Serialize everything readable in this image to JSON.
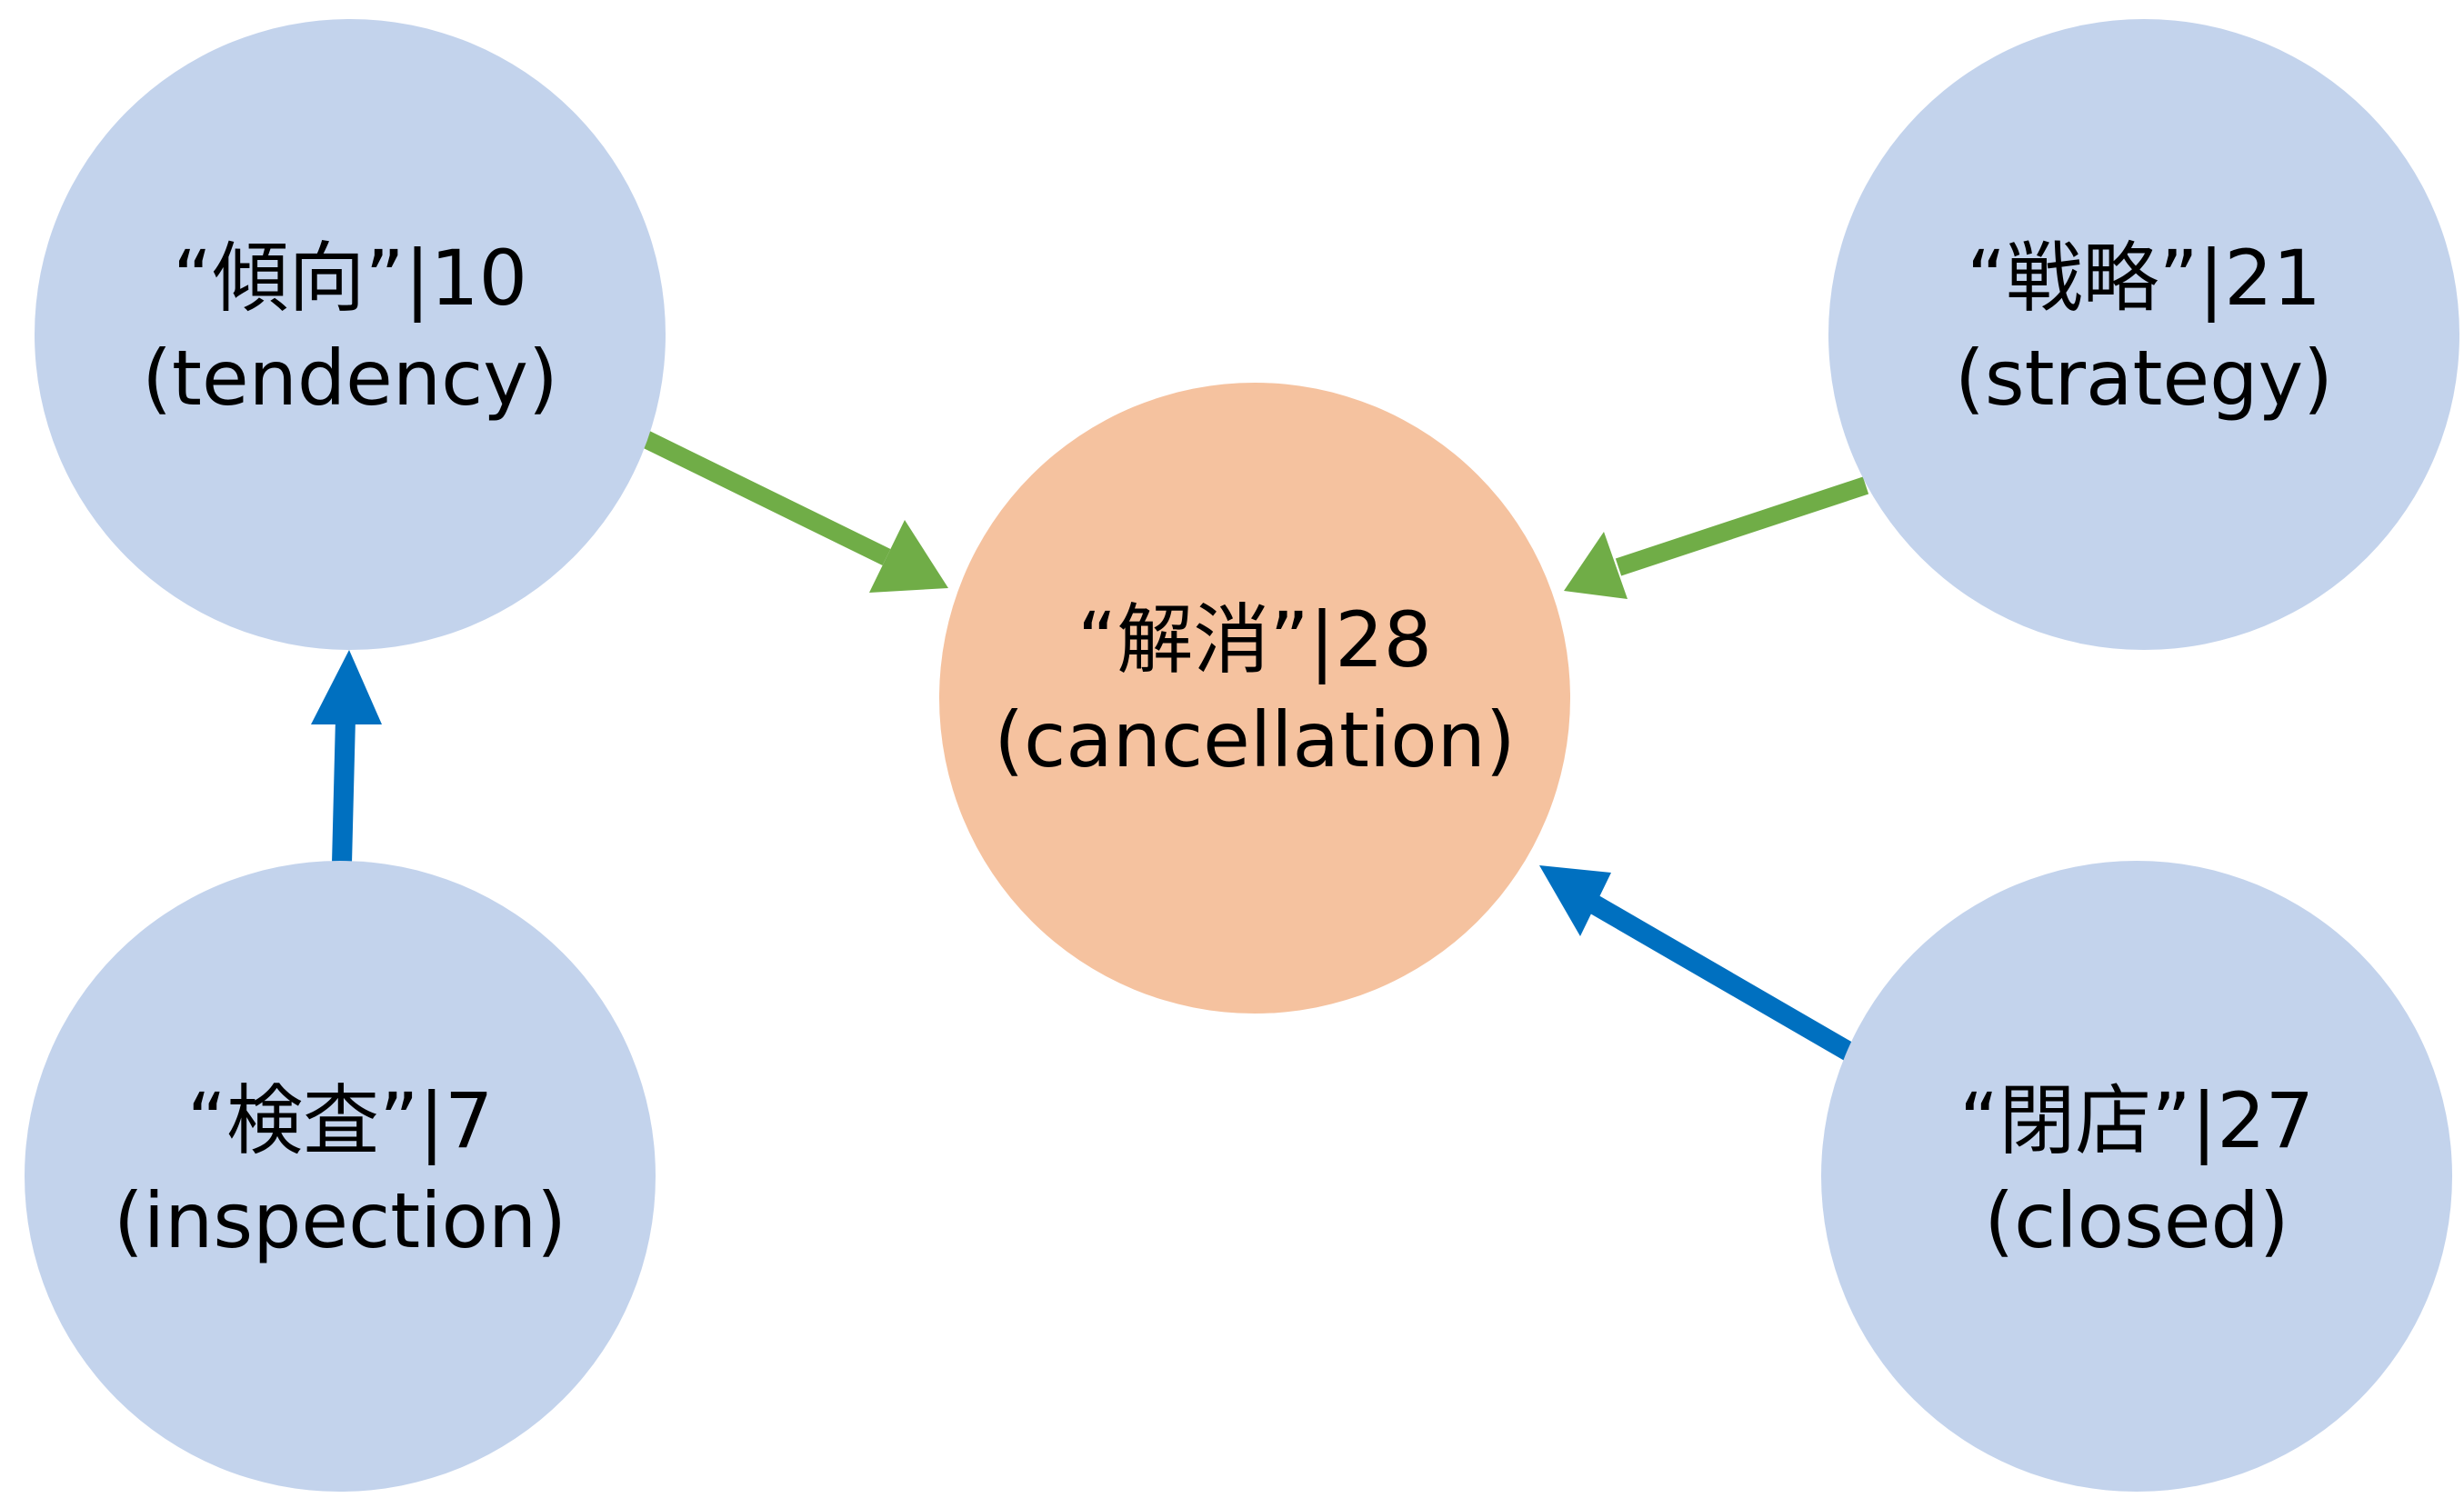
{
  "colors": {
    "node_default": "#c3d3ec",
    "node_center": "#f5c29f",
    "edge_green": "#70ad47",
    "edge_blue": "#0070c0",
    "text": "#000000"
  },
  "nodes": [
    {
      "id": "tendency",
      "line1": "“傾向”|10",
      "line2": "(tendency)"
    },
    {
      "id": "strategy",
      "line1": "“戦略”|21",
      "line2": "(strategy)"
    },
    {
      "id": "cancellation",
      "line1": "“解消”|28",
      "line2": "(cancellation)"
    },
    {
      "id": "inspection",
      "line1": "“検査”|7",
      "line2": "(inspection)"
    },
    {
      "id": "closed",
      "line1": "“閉店”|27",
      "line2": "(closed)"
    }
  ],
  "edges": [
    {
      "from": "tendency",
      "to": "cancellation",
      "color": "edge_green"
    },
    {
      "from": "strategy",
      "to": "cancellation",
      "color": "edge_green"
    },
    {
      "from": "inspection",
      "to": "tendency",
      "color": "edge_blue"
    },
    {
      "from": "closed",
      "to": "cancellation",
      "color": "edge_blue"
    }
  ]
}
